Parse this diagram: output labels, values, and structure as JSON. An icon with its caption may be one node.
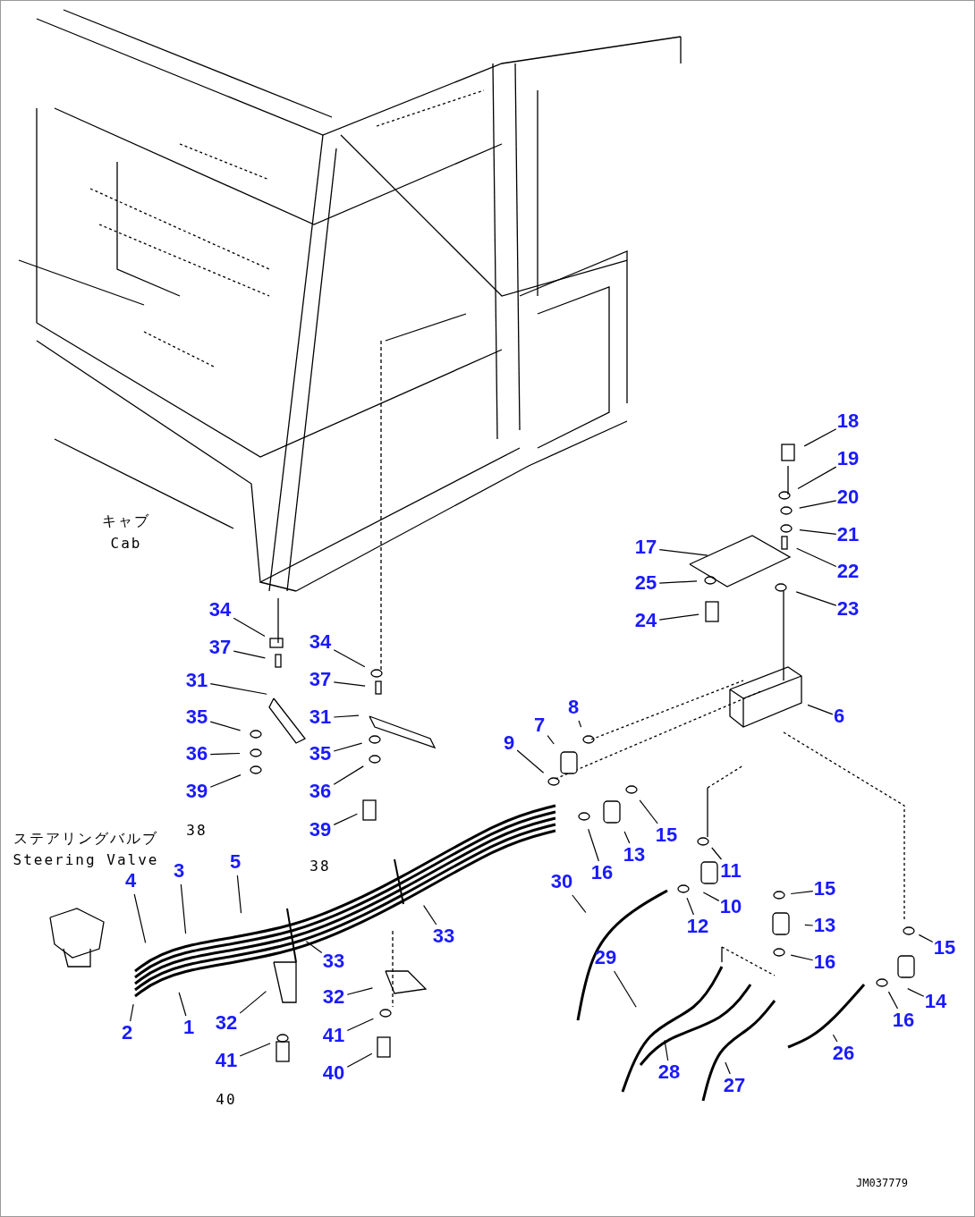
{
  "diagram": {
    "nodes": [
      {
        "text": [
          "18"
        ]
      },
      {
        "text": [
          "19"
        ]
      },
      {
        "text": [
          "20"
        ]
      },
      {
        "text": [
          "21"
        ]
      },
      {
        "text": [
          "22"
        ]
      },
      {
        "text": [
          "17"
        ]
      },
      {
        "text": [
          "25"
        ]
      },
      {
        "text": [
          "23"
        ]
      },
      {
        "text": [
          "24"
        ]
      },
      {
        "text": [
          "34"
        ]
      },
      {
        "text": [
          "34"
        ]
      },
      {
        "text": [
          "37"
        ]
      },
      {
        "text": [
          "37"
        ]
      },
      {
        "text": [
          "31"
        ]
      },
      {
        "text": [
          "6"
        ]
      },
      {
        "text": [
          "8"
        ]
      },
      {
        "text": [
          "31"
        ]
      },
      {
        "text": [
          "35"
        ]
      },
      {
        "text": [
          "7"
        ]
      },
      {
        "text": [
          "9"
        ]
      },
      {
        "text": [
          "35"
        ]
      },
      {
        "text": [
          "36"
        ]
      },
      {
        "text": [
          "39"
        ]
      },
      {
        "text": [
          "36"
        ]
      },
      {
        "text": [
          "39"
        ]
      },
      {
        "text": [
          "15"
        ]
      },
      {
        "text": [
          "13"
        ]
      },
      {
        "text": [
          "16"
        ]
      },
      {
        "text": [
          "11"
        ]
      },
      {
        "text": [
          "30"
        ]
      },
      {
        "text": [
          "15"
        ]
      },
      {
        "text": [
          "10"
        ]
      },
      {
        "text": [
          "12"
        ]
      },
      {
        "text": [
          "13"
        ]
      },
      {
        "text": [
          "16"
        ]
      },
      {
        "text": [
          "15"
        ]
      },
      {
        "text": [
          "29"
        ]
      },
      {
        "text": [
          "14"
        ]
      },
      {
        "text": [
          "16"
        ]
      },
      {
        "text": [
          "26"
        ]
      },
      {
        "text": [
          "28"
        ]
      },
      {
        "text": [
          "27"
        ]
      },
      {
        "text": [
          "4"
        ]
      },
      {
        "text": [
          "3"
        ]
      },
      {
        "text": [
          "5"
        ]
      },
      {
        "text": [
          "33"
        ]
      },
      {
        "text": [
          "33"
        ]
      },
      {
        "text": [
          "32"
        ]
      },
      {
        "text": [
          "1"
        ]
      },
      {
        "text": [
          "2"
        ]
      },
      {
        "text": [
          "32"
        ]
      },
      {
        "text": [
          "41"
        ]
      },
      {
        "text": [
          "41"
        ]
      },
      {
        "text": [
          "40"
        ]
      }
    ],
    "edges": [
      {
        "from": 0,
        "to": null,
        "arrow": "none"
      },
      {
        "from": 1,
        "to": null,
        "arrow": "none"
      },
      {
        "from": 2,
        "to": null,
        "arrow": "none"
      },
      {
        "from": 3,
        "to": null,
        "arrow": "none"
      },
      {
        "from": 4,
        "to": null,
        "arrow": "none"
      },
      {
        "from": 5,
        "to": null,
        "arrow": "none"
      },
      {
        "from": 6,
        "to": null,
        "arrow": "none"
      },
      {
        "from": 7,
        "to": null,
        "arrow": "none"
      },
      {
        "from": 8,
        "to": null,
        "arrow": "none"
      },
      {
        "from": 9,
        "to": null,
        "arrow": "none"
      },
      {
        "from": 10,
        "to": null,
        "arrow": "none"
      },
      {
        "from": 11,
        "to": null,
        "arrow": "none"
      },
      {
        "from": 12,
        "to": null,
        "arrow": "none"
      },
      {
        "from": 13,
        "to": null,
        "arrow": "none"
      },
      {
        "from": 14,
        "to": null,
        "arrow": "none"
      },
      {
        "from": 15,
        "to": null,
        "arrow": "none"
      },
      {
        "from": 16,
        "to": null,
        "arrow": "none"
      },
      {
        "from": 17,
        "to": null,
        "arrow": "none"
      },
      {
        "from": 18,
        "to": null,
        "arrow": "none"
      },
      {
        "from": 19,
        "to": null,
        "arrow": "none"
      },
      {
        "from": 20,
        "to": null,
        "arrow": "none"
      },
      {
        "from": 21,
        "to": null,
        "arrow": "none"
      },
      {
        "from": 22,
        "to": null,
        "arrow": "none"
      },
      {
        "from": 23,
        "to": null,
        "arrow": "none"
      },
      {
        "from": 24,
        "to": null,
        "arrow": "none"
      },
      {
        "from": 25,
        "to": null,
        "arrow": "none"
      },
      {
        "from": 26,
        "to": null,
        "arrow": "none"
      },
      {
        "from": 27,
        "to": null,
        "arrow": "none"
      },
      {
        "from": 28,
        "to": null,
        "arrow": "none"
      },
      {
        "from": 29,
        "to": null,
        "arrow": "none"
      },
      {
        "from": 30,
        "to": null,
        "arrow": "none"
      },
      {
        "from": 31,
        "to": null,
        "arrow": "none"
      },
      {
        "from": 32,
        "to": null,
        "arrow": "none"
      },
      {
        "from": 33,
        "to": null,
        "arrow": "none"
      },
      {
        "from": 34,
        "to": null,
        "arrow": "none"
      },
      {
        "from": 35,
        "to": null,
        "arrow": "none"
      },
      {
        "from": 36,
        "to": null,
        "arrow": "none"
      },
      {
        "from": 37,
        "to": null,
        "arrow": "none"
      },
      {
        "from": 38,
        "to": null,
        "arrow": "none"
      },
      {
        "from": 39,
        "to": null,
        "arrow": "none"
      },
      {
        "from": 40,
        "to": null,
        "arrow": "none"
      },
      {
        "from": 41,
        "to": null,
        "arrow": "none"
      },
      {
        "from": 42,
        "to": null,
        "arrow": "none"
      },
      {
        "from": 43,
        "to": null,
        "arrow": "none"
      },
      {
        "from": 44,
        "to": null,
        "arrow": "none"
      },
      {
        "from": 45,
        "to": null,
        "arrow": "none"
      },
      {
        "from": 46,
        "to": null,
        "arrow": "none"
      },
      {
        "from": 47,
        "to": null,
        "arrow": "none"
      },
      {
        "from": 48,
        "to": null,
        "arrow": "none"
      },
      {
        "from": 49,
        "to": null,
        "arrow": "none"
      },
      {
        "from": 50,
        "to": null,
        "arrow": "none"
      },
      {
        "from": 51,
        "to": null,
        "arrow": "none"
      },
      {
        "from": 52,
        "to": null,
        "arrow": "none"
      },
      {
        "from": 53,
        "to": null,
        "arrow": "none"
      }
    ],
    "labels": [
      "キャブ",
      "Cab",
      "ステアリングバルブ",
      "Steering Valve",
      "38",
      "38",
      "40",
      "JM037779"
    ]
  }
}
